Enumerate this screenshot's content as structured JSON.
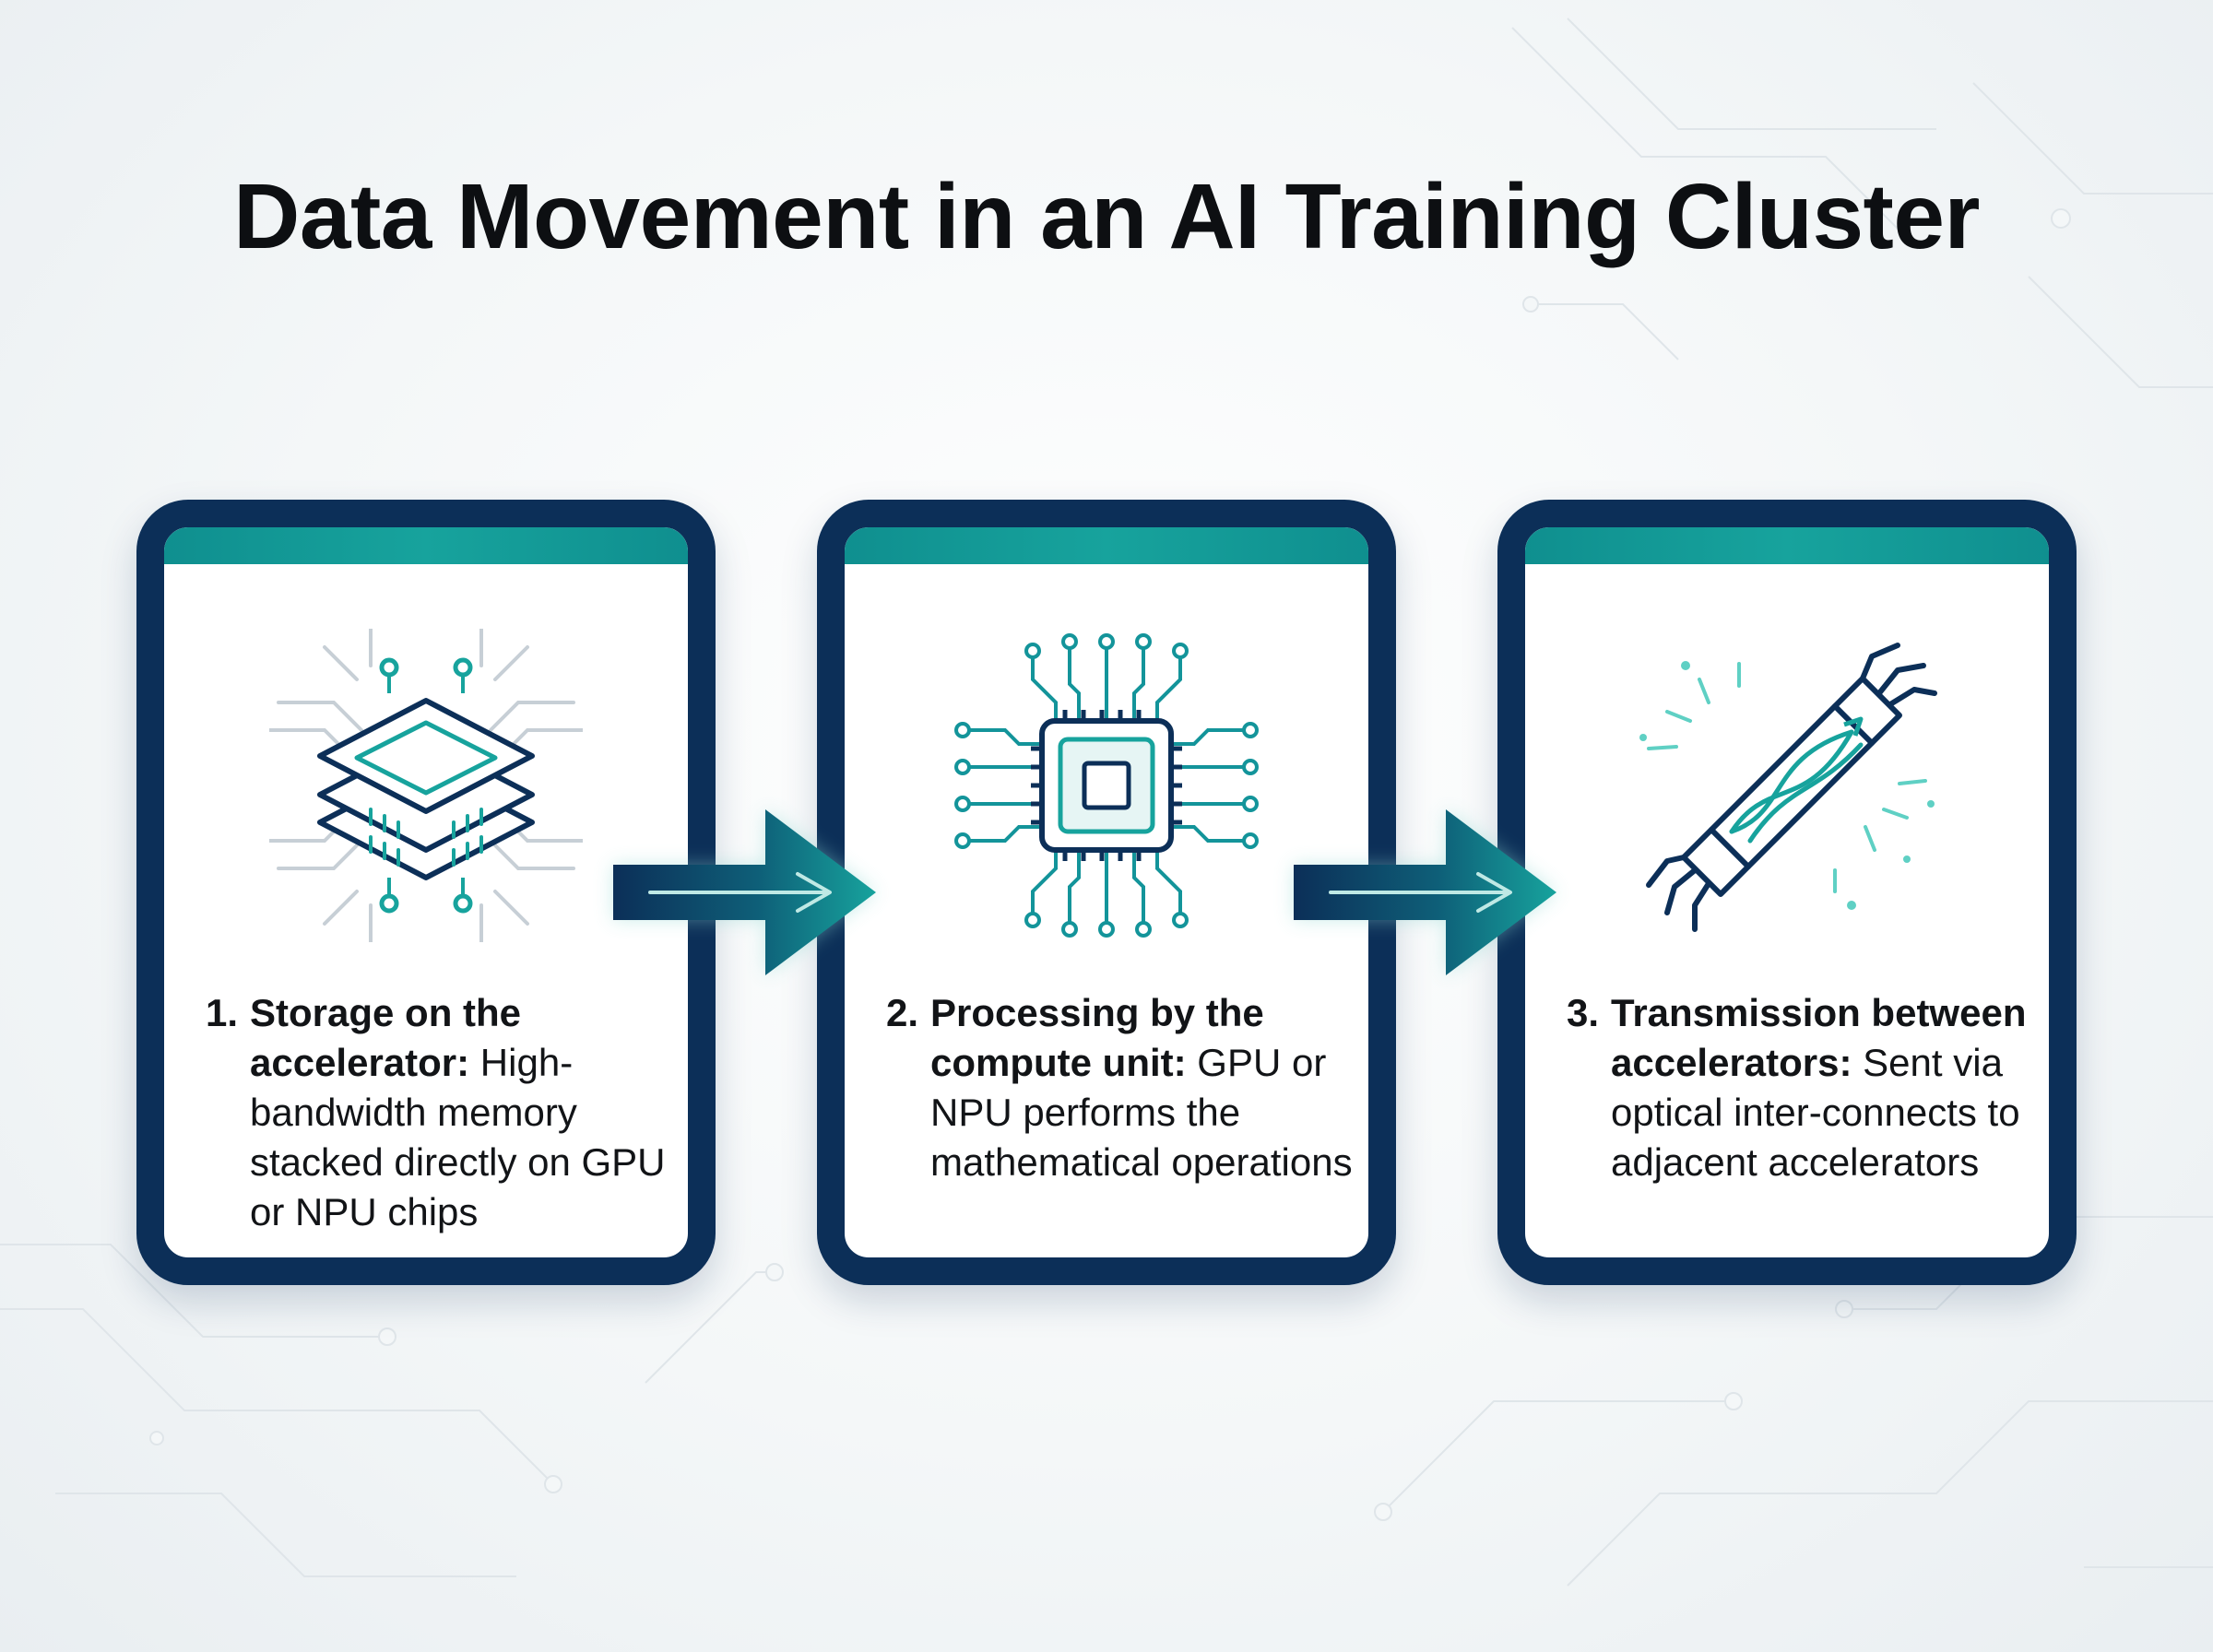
{
  "title": "Data Movement in an AI Training Cluster",
  "colors": {
    "navy": "#0c2f58",
    "teal": "#13a39c",
    "text": "#121417"
  },
  "steps": [
    {
      "number": "1.",
      "heading": "Storage on the accelerator:",
      "body": " High-bandwidth memory stacked directly on GPU or NPU chips",
      "icon": "stacked-memory-icon"
    },
    {
      "number": "2.",
      "heading": "Processing by the compute unit:",
      "body": " GPU or NPU performs the mathematical operations",
      "icon": "processor-chip-icon"
    },
    {
      "number": "3.",
      "heading": "Transmission between accelerators:",
      "body": " Sent via optical inter-connects to adjacent accelerators",
      "icon": "optical-interconnect-icon"
    }
  ]
}
